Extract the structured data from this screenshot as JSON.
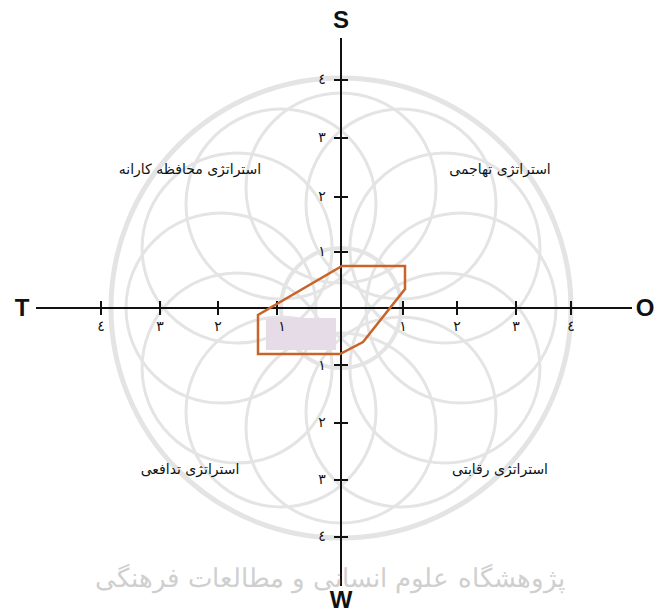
{
  "diagram": {
    "labels": [
      "S",
      "T",
      "O",
      "W",
      "٤",
      "٣",
      "٢",
      "١",
      "١",
      "٢",
      "٣",
      "٤",
      "٤",
      "٣",
      "٢",
      "١",
      "١",
      "٢",
      "٣",
      "٤",
      "استراتژی محافظه کارانه",
      "استراتژی تهاجمی",
      "استراتژی تدافعی",
      "استراتژی رقابتی",
      "پژوهشگاه علوم انسانی و مطالعات فرهنگی"
    ]
  }
}
